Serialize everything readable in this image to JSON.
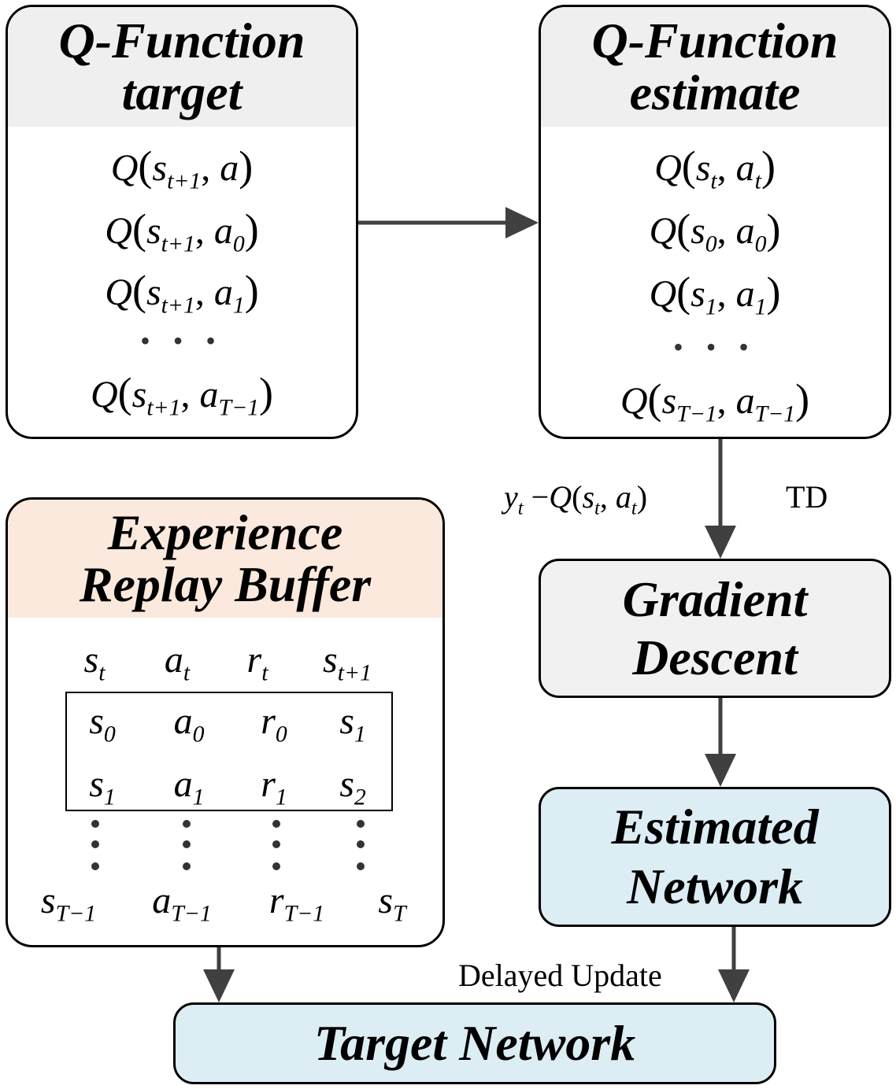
{
  "q_target": {
    "title_line1": "Q-Function",
    "title_line2": "target",
    "header_color": "#efefef",
    "rows": [
      {
        "q": "Q",
        "s": "s",
        "s_sub": "t+1",
        "a": "a",
        "a_sub": ""
      },
      {
        "q": "Q",
        "s": "s",
        "s_sub": "t+1",
        "a": "a",
        "a_sub": "0"
      },
      {
        "q": "Q",
        "s": "s",
        "s_sub": "t+1",
        "a": "a",
        "a_sub": "1"
      },
      {
        "q": "Q",
        "s": "s",
        "s_sub": "t+1",
        "a": "a",
        "a_sub": "T−1"
      }
    ],
    "ellipsis": "• • •"
  },
  "q_estimate": {
    "title_line1": "Q-Function",
    "title_line2": "estimate",
    "header_color": "#efefef",
    "rows": [
      {
        "q": "Q",
        "s": "s",
        "s_sub": "t",
        "a": "a",
        "a_sub": "t"
      },
      {
        "q": "Q",
        "s": "s",
        "s_sub": "0",
        "a": "a",
        "a_sub": "0"
      },
      {
        "q": "Q",
        "s": "s",
        "s_sub": "1",
        "a": "a",
        "a_sub": "1"
      },
      {
        "q": "Q",
        "s": "s",
        "s_sub": "T−1",
        "a": "a",
        "a_sub": "T−1"
      }
    ],
    "ellipsis": "• • •"
  },
  "replay_buffer": {
    "title_line1": "Experience",
    "title_line2": "Replay Buffer",
    "header_color": "#fbe9dd",
    "header_row": [
      {
        "v": "s",
        "sub": "t"
      },
      {
        "v": "a",
        "sub": "t"
      },
      {
        "v": "r",
        "sub": "t"
      },
      {
        "v": "s",
        "sub": "t+1"
      }
    ],
    "sample_rows": [
      [
        {
          "v": "s",
          "sub": "0"
        },
        {
          "v": "a",
          "sub": "0"
        },
        {
          "v": "r",
          "sub": "0"
        },
        {
          "v": "s",
          "sub": "1"
        }
      ],
      [
        {
          "v": "s",
          "sub": "1"
        },
        {
          "v": "a",
          "sub": "1"
        },
        {
          "v": "r",
          "sub": "1"
        },
        {
          "v": "s",
          "sub": "2"
        }
      ]
    ],
    "last_row": [
      {
        "v": "s",
        "sub": "T−1"
      },
      {
        "v": "a",
        "sub": "T−1"
      },
      {
        "v": "r",
        "sub": "T−1"
      },
      {
        "v": "s",
        "sub": "T"
      }
    ],
    "vertical_dots": "•\n•\n•"
  },
  "gradient_descent": {
    "line1": "Gradient",
    "line2": "Descent",
    "fill": "#f1f1f1"
  },
  "estimated_network": {
    "line1": "Estimated",
    "line2": "Network",
    "fill": "#dcedf4"
  },
  "target_network": {
    "label": "Target Network",
    "fill": "#dcedf4"
  },
  "edges": {
    "td_formula": {
      "y": "y",
      "y_sub": "t",
      "minus": "−",
      "q": "Q",
      "s": "s",
      "s_sub": "t",
      "a": "a",
      "a_sub": "t"
    },
    "td_label": "TD",
    "delayed_update_label": "Delayed Update",
    "arrow_color": "#404040"
  }
}
